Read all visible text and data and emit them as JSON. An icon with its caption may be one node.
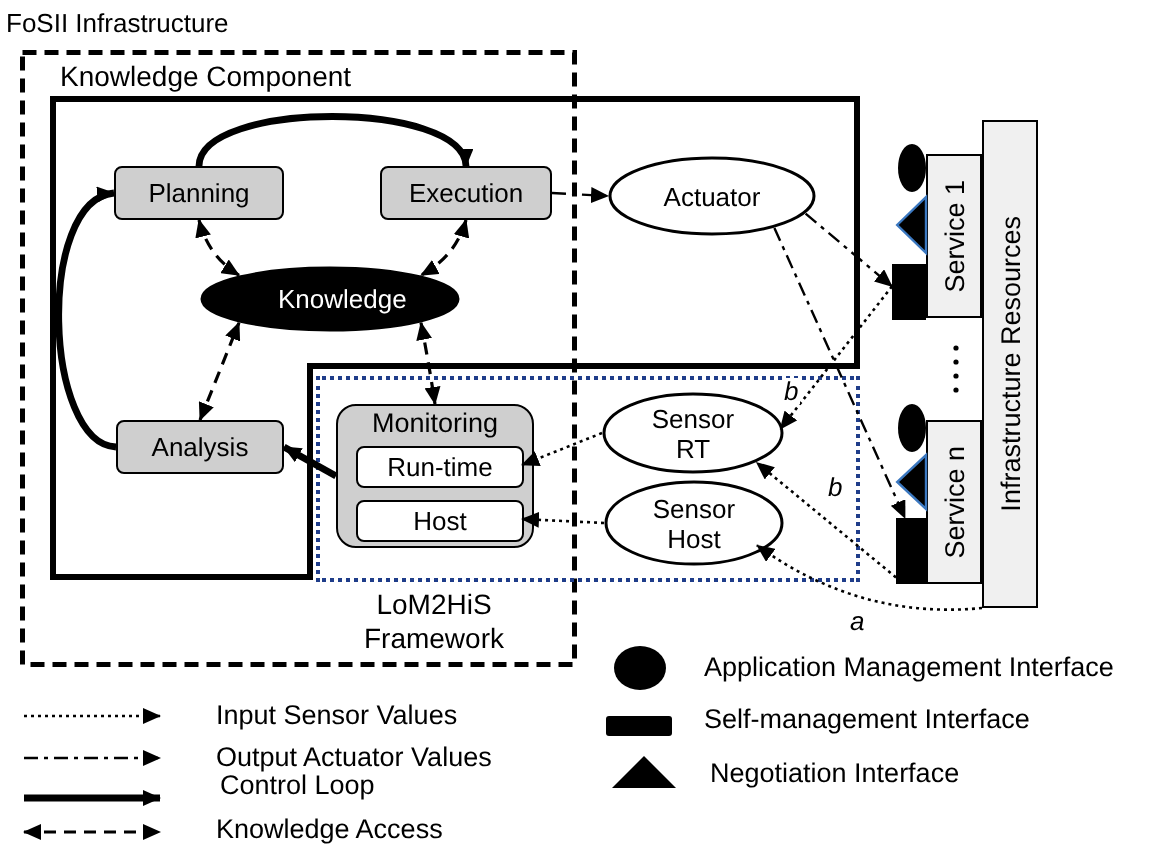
{
  "diagram": {
    "nodes": [
      {
        "text": [
          "Knowledge Component"
        ]
      },
      {
        "text": [
          "Planning"
        ],
        "in": 0
      },
      {
        "text": [
          "Execution"
        ],
        "in": 0
      },
      {
        "text": [
          "Knowledge"
        ],
        "in": 0
      },
      {
        "text": [
          "Analysis"
        ],
        "in": 0
      },
      {
        "text": [
          "Actuator"
        ],
        "in": 0
      },
      {
        "text": [
          "LoM2HiS Framework"
        ]
      },
      {
        "text": [
          "Monitoring"
        ],
        "in": 6
      },
      {
        "text": [
          "Run-time"
        ],
        "in": 7
      },
      {
        "text": [
          "Host"
        ],
        "in": 7
      },
      {
        "text": [
          "Sensor RT"
        ],
        "in": 6
      },
      {
        "text": [
          "Sensor Host"
        ],
        "in": 6
      },
      {
        "text": [
          "Infrastructure Resources"
        ]
      },
      {
        "text": [
          "Service 1"
        ]
      },
      {
        "text": [
          "Service n"
        ]
      },
      {
        "text": [],
        "shape": "box"
      },
      {
        "text": [],
        "shape": "box"
      },
      {
        "text": [],
        "shape": "circle"
      },
      {
        "text": [],
        "shape": "triangle"
      },
      {
        "text": [],
        "shape": "circle"
      },
      {
        "text": [],
        "shape": "triangle"
      }
    ],
    "edges": [
      {
        "from": 1,
        "to": 2,
        "arrow": "to",
        "style": "thick"
      },
      {
        "from": 4,
        "to": 1,
        "arrow": "to",
        "style": "thick"
      },
      {
        "from": 7,
        "to": 4,
        "arrow": "to",
        "style": "thick"
      },
      {
        "from": 1,
        "to": 3,
        "arrow": "both",
        "style": "dashed"
      },
      {
        "from": 2,
        "to": 3,
        "arrow": "both",
        "style": "dashed"
      },
      {
        "from": 4,
        "to": 3,
        "arrow": "both",
        "style": "dashed"
      },
      {
        "from": 3,
        "to": 7,
        "arrow": "both",
        "style": "dashed"
      },
      {
        "from": 2,
        "to": 5,
        "arrow": "to",
        "style": "dashed"
      },
      {
        "from": 5,
        "to": 15,
        "arrow": "to",
        "style": "dashed"
      },
      {
        "from": 5,
        "to": 16,
        "arrow": "to",
        "style": "dashed"
      },
      {
        "from": 10,
        "to": 8,
        "arrow": "to",
        "style": "dashed"
      },
      {
        "from": 11,
        "to": 9,
        "arrow": "to",
        "style": "dashed"
      },
      {
        "from": 15,
        "to": 10,
        "arrow": "to",
        "style": "dashed",
        "label": "b"
      },
      {
        "from": 16,
        "to": 10,
        "arrow": "to",
        "style": "dashed",
        "label": "b"
      },
      {
        "from": 12,
        "to": 11,
        "arrow": "to",
        "style": "dashed",
        "label": "a"
      }
    ],
    "labels": [
      "FoSII Infrastructure"
    ],
    "legend": [
      {
        "text": "Input Sensor Values"
      },
      {
        "text": "Output Actuator Values"
      },
      {
        "text": "Control Loop"
      },
      {
        "text": "Knowledge Access"
      },
      {
        "text": "Application Management Interface"
      },
      {
        "text": "Self-management Interface"
      },
      {
        "text": "Negotiation Interface"
      }
    ]
  }
}
